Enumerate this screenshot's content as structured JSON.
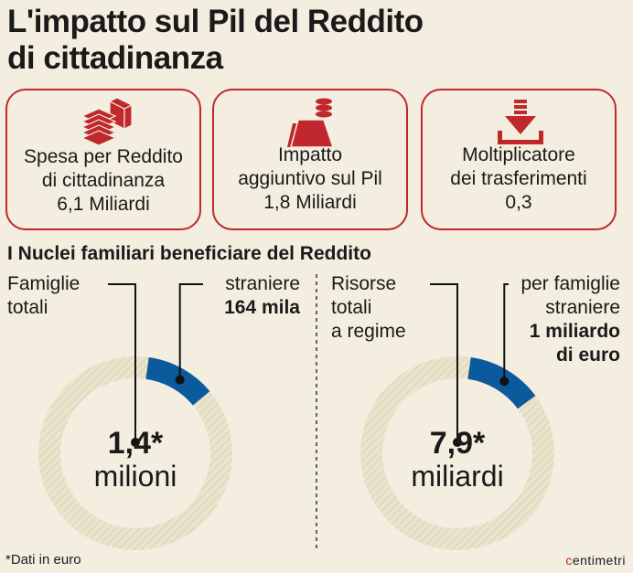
{
  "title": [
    "L'impatto sul Pil del Reddito",
    "di cittadinanza"
  ],
  "boxes": [
    {
      "icon": "money-stack-icon",
      "lines": [
        "Spesa per Reddito",
        "di cittadinanza",
        "6,1 Miliardi"
      ]
    },
    {
      "icon": "coins-impact-icon",
      "lines": [
        "Impatto",
        "aggiuntivo sul Pil",
        "1,8 Miliardi"
      ]
    },
    {
      "icon": "download-arrow-icon",
      "lines": [
        "Moltiplicatore",
        "dei trasferimenti",
        "0,3"
      ]
    }
  ],
  "colors": {
    "accent": "#c0282d",
    "highlight": "#0b5a9e",
    "ring": "#e3dcc4",
    "background": "#f3eedf"
  },
  "chart_data": [
    {
      "type": "pie",
      "title": "I Nuclei familiari beneficiare del Reddito",
      "total_label": [
        "Famiglie",
        "totali"
      ],
      "total_value": "1,4*",
      "total_unit": "milioni",
      "segment_label": [
        "straniere",
        "164 mila"
      ],
      "total": 1400000,
      "segment": 164000
    },
    {
      "type": "pie",
      "total_label": [
        "Risorse",
        "totali",
        "a regime"
      ],
      "total_value": "7,9*",
      "total_unit": "miliardi",
      "segment_label": [
        "per famiglie",
        "straniere",
        "1 miliardo",
        "di euro"
      ],
      "total": 7.9,
      "segment": 1
    }
  ],
  "footnote": "*Dati in euro",
  "brand": {
    "mark": "c",
    "rest": "entimetri"
  }
}
